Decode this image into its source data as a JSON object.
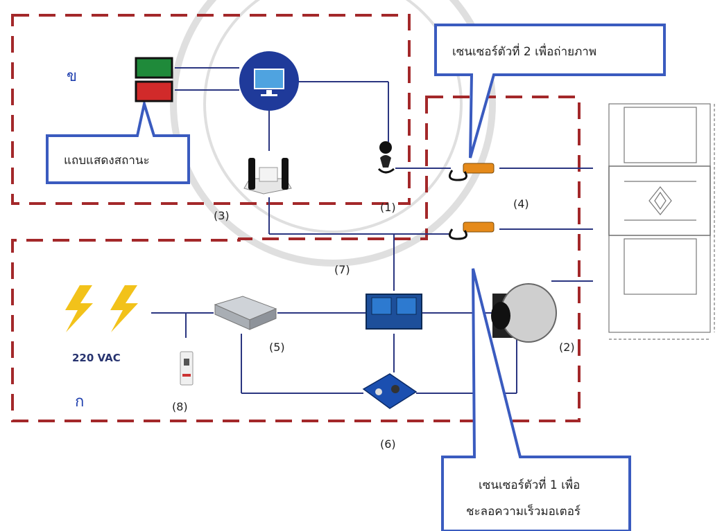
{
  "zones": {
    "a": "ก",
    "b": "ข"
  },
  "labels": {
    "n1": "(1)",
    "n2": "(2)",
    "n3": "(3)",
    "n4": "(4)",
    "n5": "(5)",
    "n6": "(6)",
    "n7": "(7)",
    "n8": "(8)"
  },
  "power_source": "220 VAC",
  "callouts": {
    "status_bar": "แถบแสดงสถานะ",
    "sensor2": "เซนเซอร์ตัวที่ 2 เพื่อถ่ายภาพ",
    "sensor1_line1": "เซนเซอร์ตัวที่ 1 เพื่อ",
    "sensor1_line2": "ชะลอความเร็วมอเตอร์"
  },
  "colors": {
    "dashed_border": "#a3282a",
    "wire": "#2a3580",
    "callout_border": "#3a5bbf",
    "zone_text": "#1f3fae",
    "bolt": "#f2c21a",
    "status_green": "#1f8a3a",
    "status_red": "#d12a2a",
    "monitor_circle": "#1f3a9a",
    "sensor_body": "#e58a1a",
    "relay_board": "#1d4f9a",
    "buck_board": "#1b4fb0"
  },
  "icons": {
    "power": "lightning-bolt-icon",
    "monitor": "monitor-icon",
    "camera": "webcam-icon",
    "controller": "microcontroller-icon",
    "sensor": "proximity-sensor-icon",
    "psu": "power-supply-icon",
    "relay": "relay-module-icon",
    "converter": "buck-converter-icon",
    "breaker": "circuit-breaker-icon",
    "motor": "gear-motor-icon",
    "conveyor": "conveyor-drawing-icon"
  }
}
